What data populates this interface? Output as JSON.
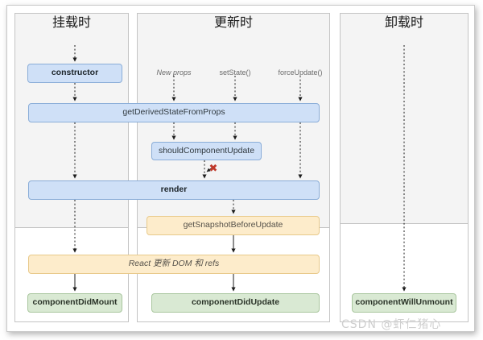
{
  "diagram": {
    "title_alt": "React Lifecycle Methods Diagram",
    "phases": [
      {
        "id": "mount",
        "title": "挂载时"
      },
      {
        "id": "update",
        "title": "更新时"
      },
      {
        "id": "unmount",
        "title": "卸载时"
      }
    ],
    "triggers": [
      {
        "id": "new-props",
        "label": "New props"
      },
      {
        "id": "set-state",
        "label": "setState()"
      },
      {
        "id": "force-update",
        "label": "forceUpdate()"
      }
    ],
    "nodes": [
      {
        "id": "constructor",
        "label": "constructor",
        "kind": "blue-bold"
      },
      {
        "id": "get-derived-state-from-props",
        "label": "getDerivedStateFromProps",
        "kind": "blue"
      },
      {
        "id": "should-component-update",
        "label": "shouldComponentUpdate",
        "kind": "blue"
      },
      {
        "id": "render",
        "label": "render",
        "kind": "blue-bold"
      },
      {
        "id": "get-snapshot-before-update",
        "label": "getSnapshotBeforeUpdate",
        "kind": "yellow"
      },
      {
        "id": "react-updates-dom-and-refs",
        "label": "React 更新 DOM 和 refs",
        "kind": "yellow-italic"
      },
      {
        "id": "component-did-mount",
        "label": "componentDidMount",
        "kind": "green"
      },
      {
        "id": "component-did-update",
        "label": "componentDidUpdate",
        "kind": "green"
      },
      {
        "id": "component-will-unmount",
        "label": "componentWillUnmount",
        "kind": "green"
      }
    ],
    "markers": {
      "skip_render_x": "✖"
    },
    "watermark": "CSDN @虾仁猪心",
    "colors": {
      "blue_fill": "#cfe0f7",
      "blue_border": "#8aadd8",
      "yellow_fill": "#fdeccb",
      "yellow_border": "#e8c98a",
      "green_fill": "#d9e9d3",
      "green_border": "#a9c69e",
      "phase_upper_bg": "#f4f4f4",
      "phase_lower_bg": "#ffffff",
      "x_mark": "#c0392b"
    }
  }
}
